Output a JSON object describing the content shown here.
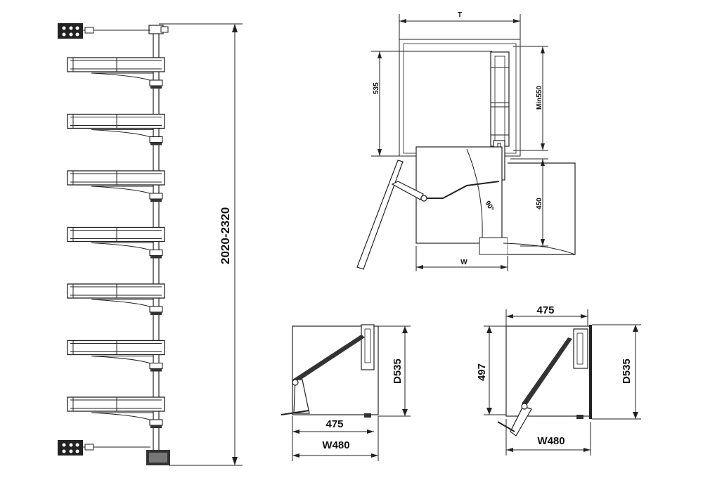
{
  "diagram": {
    "tower": {
      "height_label": "2020-2320",
      "shelf_count": 7
    },
    "top_view": {
      "width_label": "T",
      "depth_label": "535",
      "min_label": "Min550",
      "door_label": "450",
      "angle_label": "90°",
      "w_label": "W"
    },
    "side_left": {
      "depth_label": "D535",
      "inner_width_label": "475",
      "width_label": "W480"
    },
    "side_right": {
      "top_width_label": "475",
      "height_label": "497",
      "depth_label": "D535",
      "width_label": "W480"
    }
  }
}
